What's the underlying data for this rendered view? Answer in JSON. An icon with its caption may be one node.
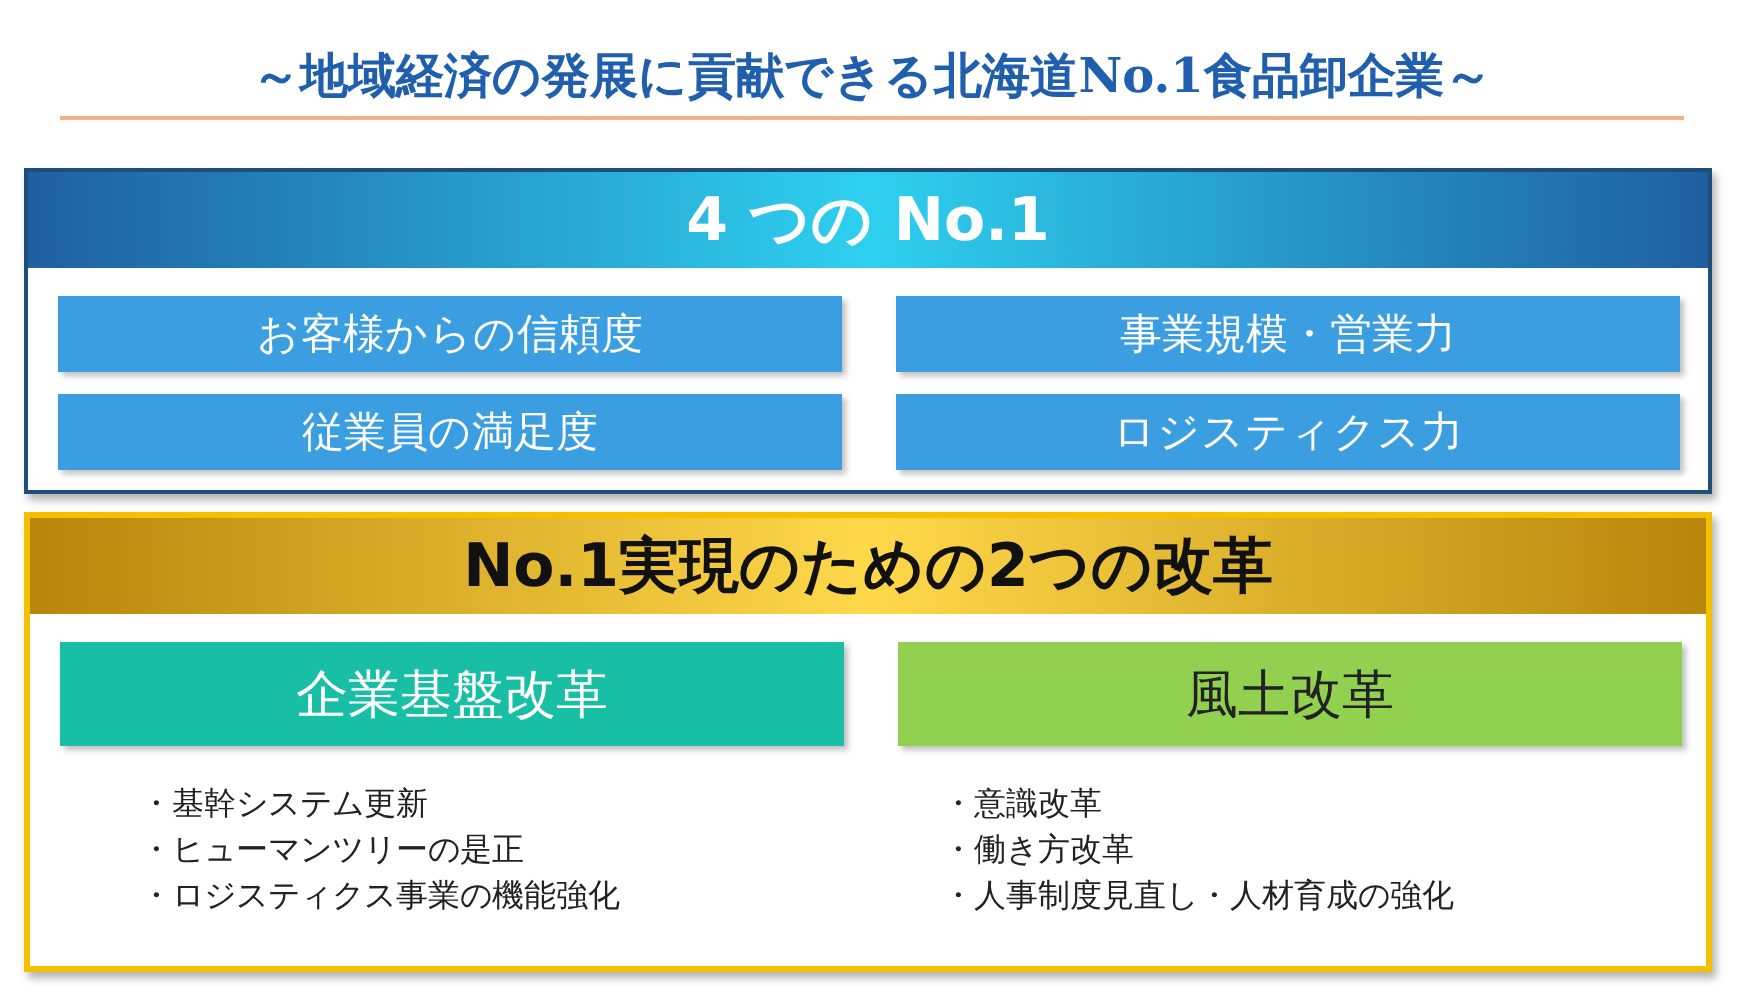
{
  "diagram": {
    "title": "～地域経済の発展に貢献できる北海道No.1食品卸企業～",
    "nodes": [
      {
        "text": [
          "4 つの No.1"
        ]
      },
      {
        "text": [
          "お客様からの信頼度"
        ],
        "in": 0
      },
      {
        "text": [
          "事業規模・営業力"
        ],
        "in": 0
      },
      {
        "text": [
          "従業員の満足度"
        ],
        "in": 0
      },
      {
        "text": [
          "ロジスティクス力"
        ],
        "in": 0
      },
      {
        "text": [
          "No.1実現のための2つの改革"
        ]
      },
      {
        "text": [
          "企業基盤改革"
        ],
        "in": 5,
        "beside": [
          "・基幹システム更新",
          "・ヒューマンツリーの是正",
          "・ロジスティクス事業の機能強化"
        ]
      },
      {
        "text": [
          "風土改革"
        ],
        "in": 5,
        "beside": [
          "・意識改革",
          "・働き方改革",
          "・人事制度見直し・人材育成の強化"
        ]
      }
    ]
  }
}
